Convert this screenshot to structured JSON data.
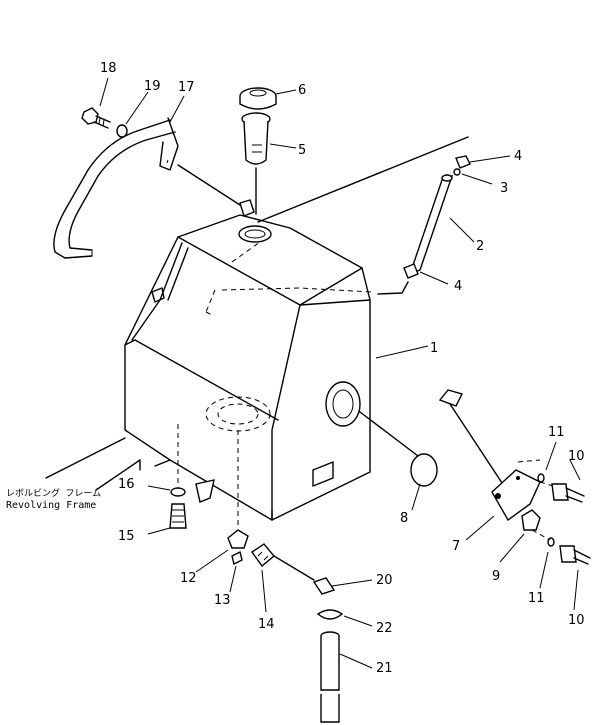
{
  "callouts": [
    "1",
    "2",
    "3",
    "4",
    "4",
    "5",
    "6",
    "7",
    "8",
    "9",
    "10",
    "10",
    "11",
    "11",
    "12",
    "13",
    "14",
    "15",
    "16",
    "17",
    "18",
    "19",
    "20",
    "21",
    "22"
  ],
  "frame_label_jp": "レボルビング フレーム",
  "frame_label_en": "Revolving Frame"
}
